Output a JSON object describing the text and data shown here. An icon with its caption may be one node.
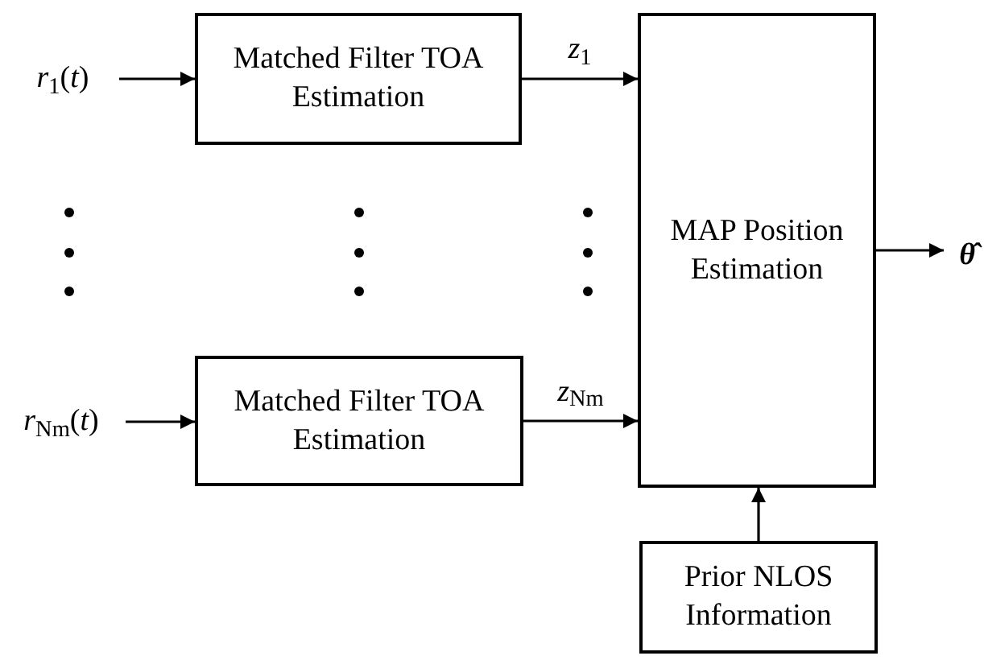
{
  "diagram": {
    "nodes": [
      {
        "text": [
          "*r*$_{1}$(*t*)"
        ]
      },
      {
        "text": [
          "Matched Filter TOA Estimation"
        ]
      },
      {
        "text": [
          "MAP Position Estimation"
        ]
      },
      {
        "text": [
          "θ̂"
        ]
      },
      {
        "text": [
          "*r*$_{N}$$_{m}$(*t*)"
        ]
      },
      {
        "text": [
          "Matched Filter TOA Estimation"
        ]
      },
      {
        "text": [
          "Prior NLOS Information"
        ]
      }
    ],
    "edges": [
      {
        "from": 0,
        "to": 1,
        "arrow": "to"
      },
      {
        "from": 1,
        "to": 2,
        "arrow": "to",
        "label": "*z*$_{1}$"
      },
      {
        "from": 2,
        "to": 3,
        "arrow": "to"
      },
      {
        "from": 4,
        "to": 5,
        "arrow": "to"
      },
      {
        "from": 5,
        "to": 2,
        "arrow": "to",
        "label": "*z*$_{N}$$_{m}$"
      },
      {
        "from": 6,
        "to": 2,
        "arrow": "to"
      }
    ]
  }
}
